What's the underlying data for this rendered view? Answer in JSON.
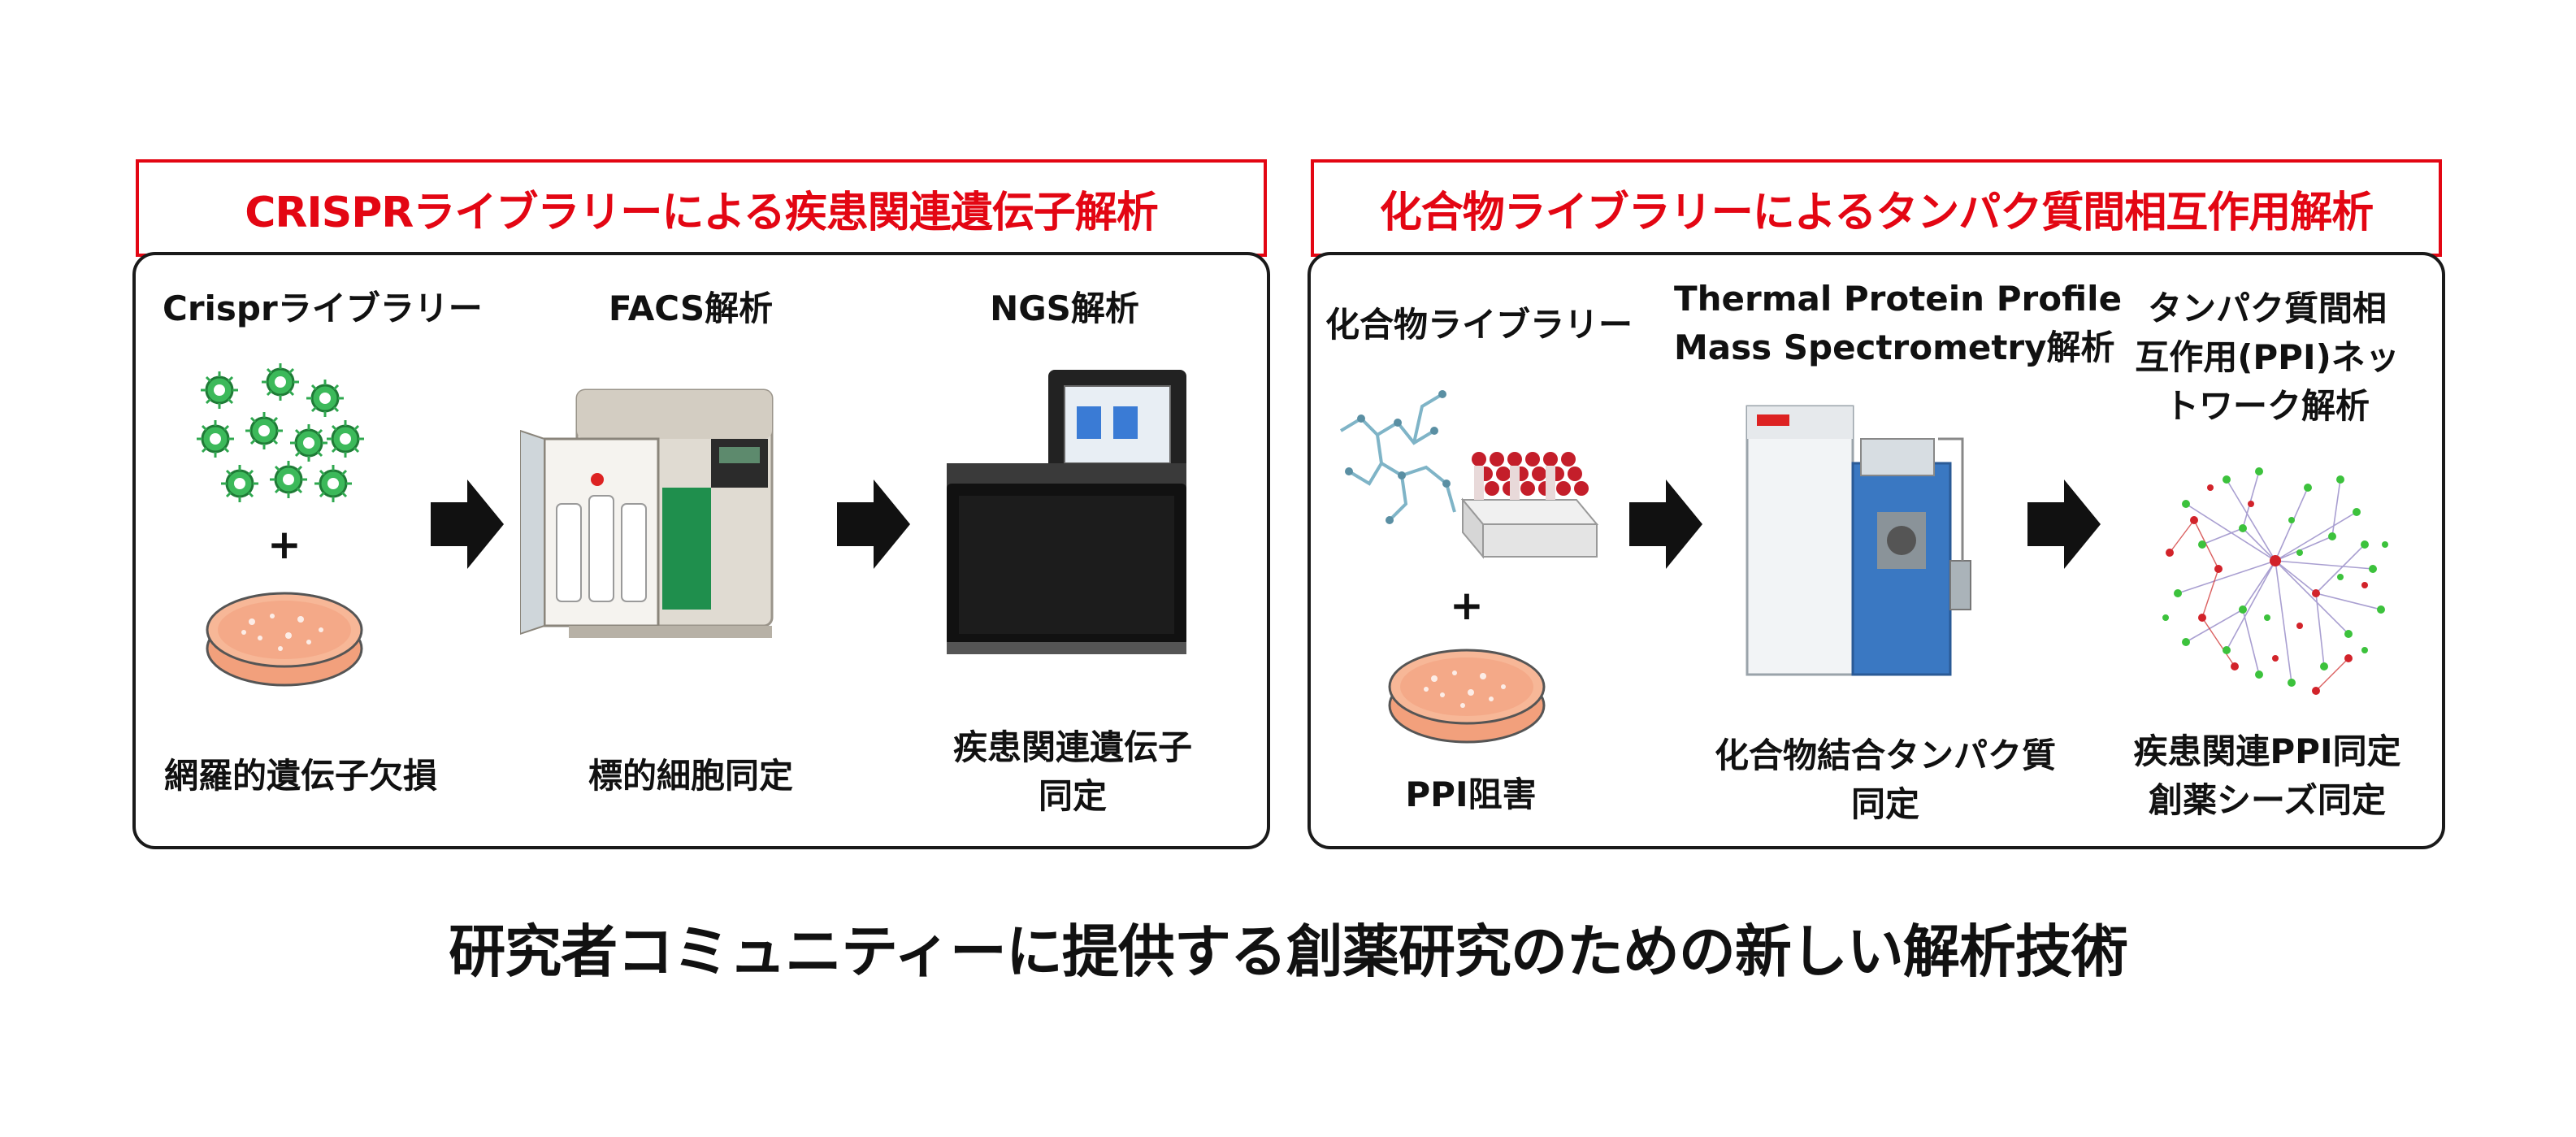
{
  "left_panel": {
    "title": "CRISPRライブラリーによる疾患関連遺伝子解析",
    "steps": [
      {
        "top_label": "Crisprライブラリー",
        "bottom_label": "網羅的遺伝子欠損"
      },
      {
        "top_label": "FACS解析",
        "bottom_label": "標的細胞同定"
      },
      {
        "top_label": "NGS解析",
        "bottom_label_1": "疾患関連遺伝子",
        "bottom_label_2": "同定"
      }
    ],
    "plus": "+"
  },
  "right_panel": {
    "title": "化合物ライブラリーによるタンパク質間相互作用解析",
    "steps": [
      {
        "top_label": "化合物ライブラリー",
        "bottom_label": "PPI阻害"
      },
      {
        "top_label_1": "Thermal Protein Profile",
        "top_label_2": "Mass Spectrometry解析",
        "bottom_label_1": "化合物結合タンパク質",
        "bottom_label_2": "同定"
      },
      {
        "top_label_1": "タンパク質間相",
        "top_label_2": "互作用(PPI)ネッ",
        "top_label_3": "トワーク解析",
        "bottom_label_1": "疾患関連PPI同定",
        "bottom_label_2": "創薬シーズ同定"
      }
    ],
    "plus": "+"
  },
  "caption": "研究者コミュニティーに提供する創薬研究のための新しい解析技術",
  "colors": {
    "title_red": "#e30613",
    "border_dark": "#1a1a1a",
    "virus_green": "#2fa84f",
    "dish_orange": "#f4a988",
    "tube_red": "#c41e2a"
  }
}
